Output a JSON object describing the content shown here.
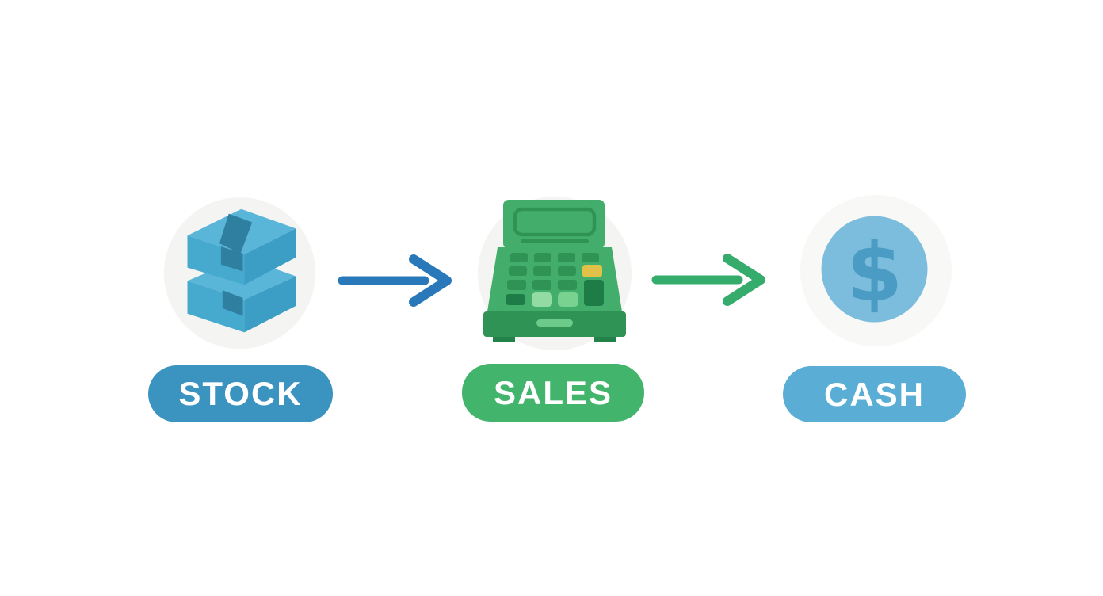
{
  "page": {
    "background": "#ffffff",
    "description": "Flow diagram: STOCK to SALES to CASH"
  },
  "flow": {
    "steps": [
      {
        "id": "stock",
        "label": "STOCK",
        "icon": "stacked-boxes-icon",
        "pill_color": "#3b93bf"
      },
      {
        "id": "sales",
        "label": "SALES",
        "icon": "cash-register-icon",
        "pill_color": "#43b46b"
      },
      {
        "id": "cash",
        "label": "CASH",
        "icon": "dollar-coin-icon",
        "pill_color": "#5aaed5"
      }
    ],
    "arrows": [
      {
        "from": "STOCK",
        "to": "SALES",
        "color": "#2979ba"
      },
      {
        "from": "SALES",
        "to": "CASH",
        "color": "#35ab6c"
      }
    ]
  },
  "icons": {
    "dollar_symbol": "$",
    "backdrop_color": "#f4f4f2",
    "coin_backdrop_color": "#f8f8f6",
    "colors": {
      "box_top": "#5ab6d9",
      "box_front": "#46a9ce",
      "box_side": "#3c9ec4",
      "box_tape": "#2f7fa0",
      "register_body": "#43ae6b",
      "register_detail": "#2e9355",
      "register_button_dark": "#1e7c46",
      "register_button_yellow": "#e2c149",
      "register_button_light1": "#92dca4",
      "register_button_light2": "#79d28f",
      "register_handle": "#6ccb8b",
      "coin_fill": "#7cbddd",
      "coin_symbol": "#4a9cc5"
    }
  }
}
